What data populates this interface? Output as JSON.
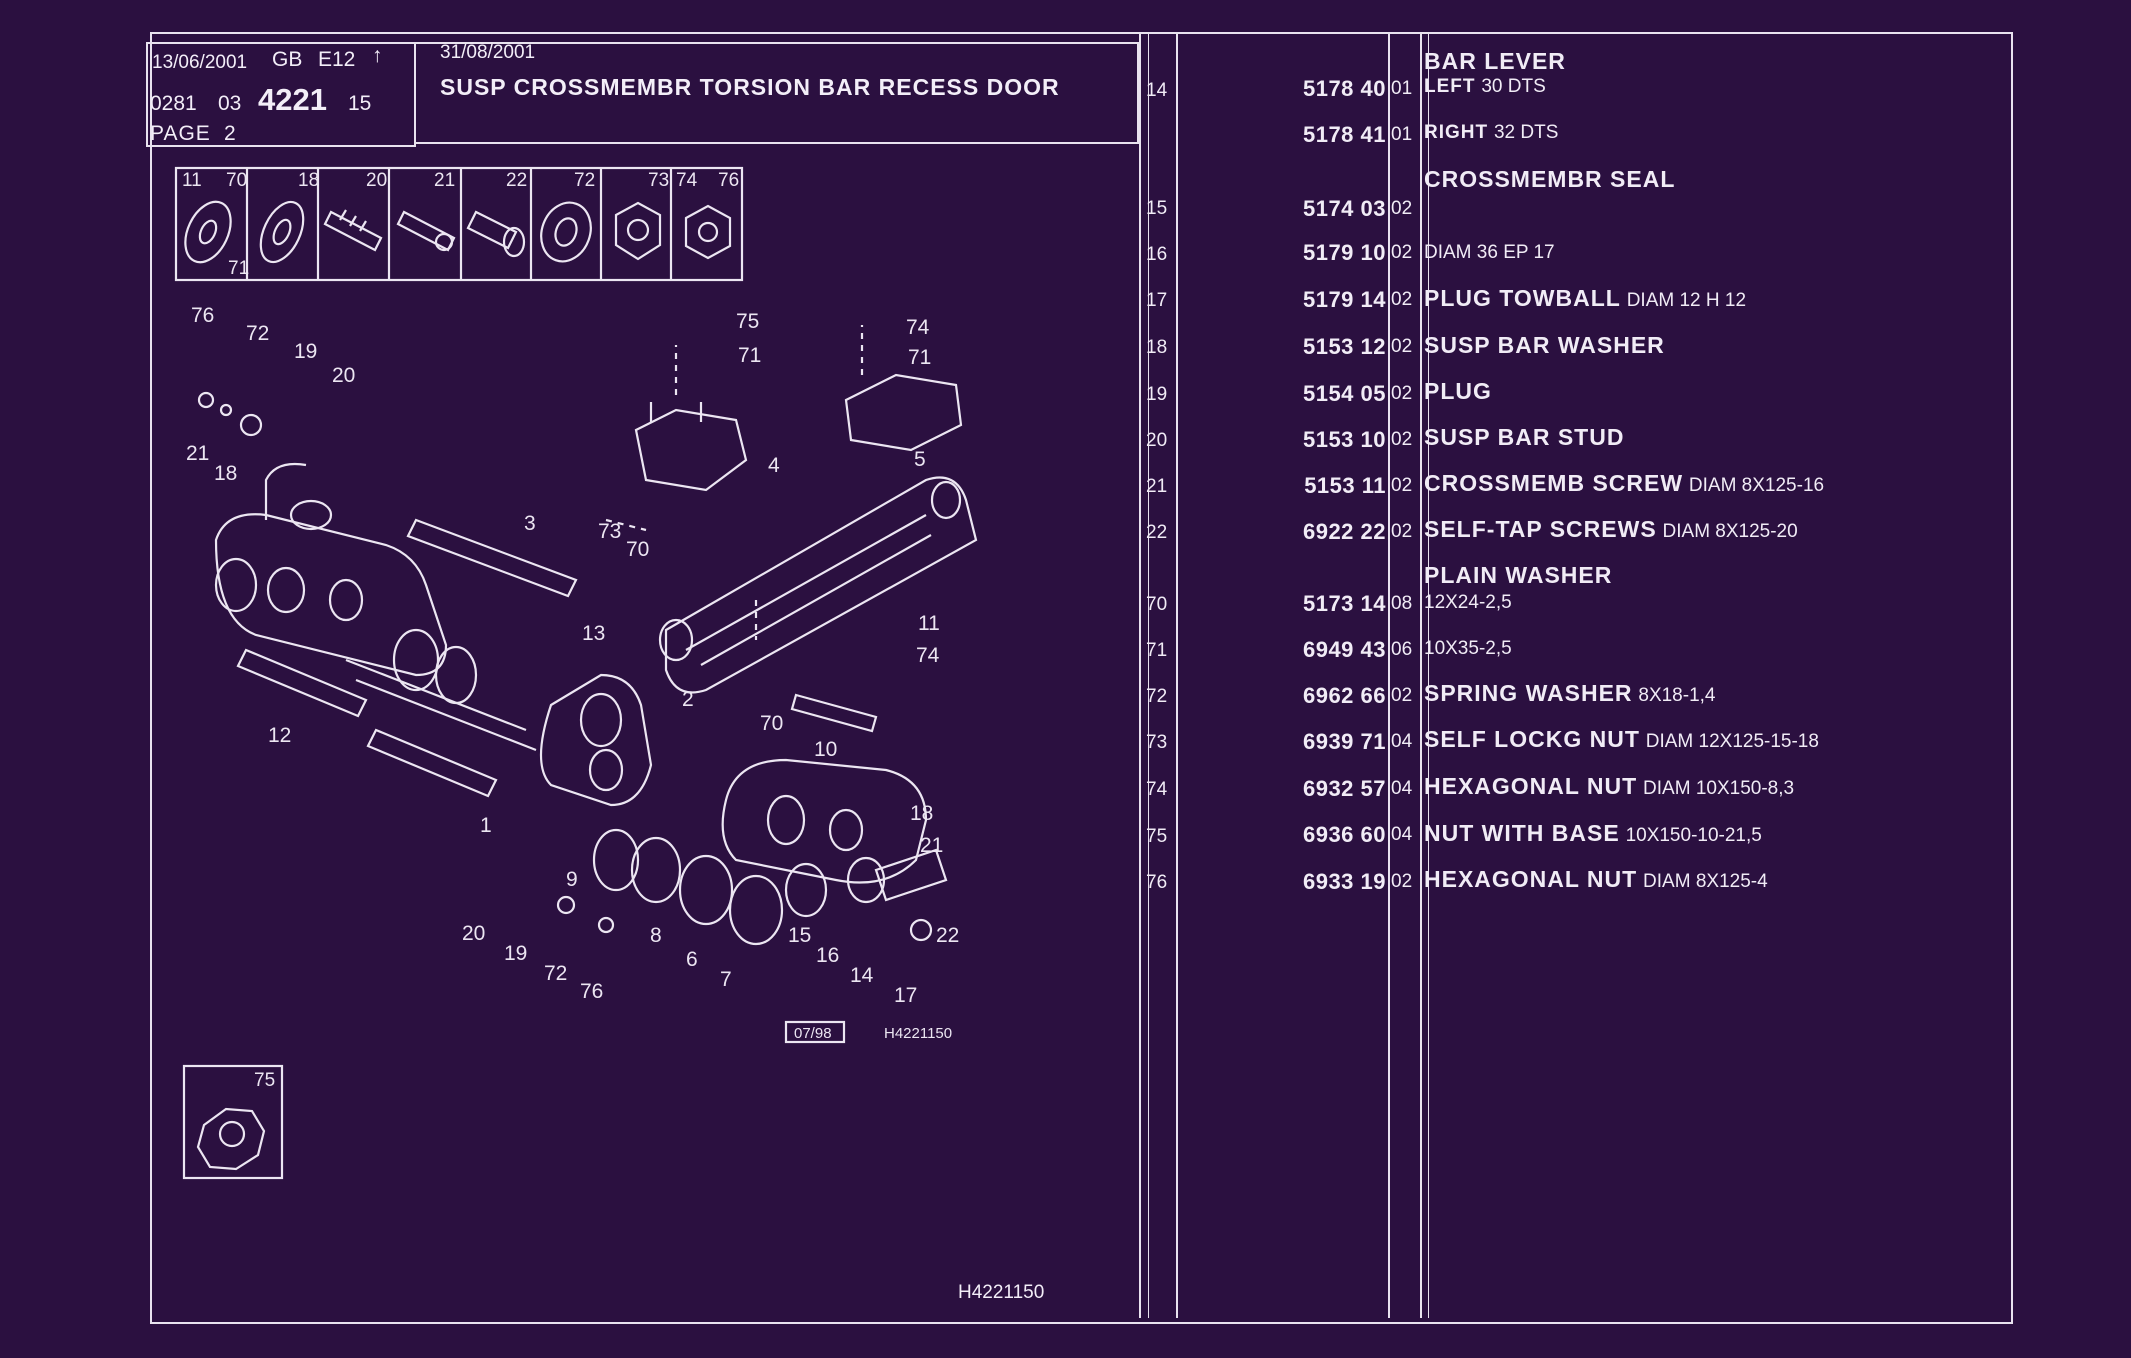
{
  "header": {
    "date1": "13/06/2001",
    "lang": "GB",
    "edition": "E12",
    "code_prefix": "0281",
    "code_mid": "03",
    "code_main": "4221",
    "code_suffix": "15",
    "page": "PAGE",
    "page_num": "2",
    "date2": "31/08/2001",
    "title": "SUSP CROSSMEMBR TORSION BAR RECESS DOOR"
  },
  "drawing": {
    "legend_labels": [
      "11",
      "70",
      "71",
      "18",
      "20",
      "21",
      "22",
      "72",
      "73",
      "74",
      "76"
    ],
    "callouts": [
      "76",
      "72",
      "19",
      "20",
      "21",
      "18",
      "75",
      "71",
      "74",
      "71",
      "4",
      "5",
      "3",
      "73",
      "70",
      "11",
      "74",
      "13",
      "2",
      "12",
      "70",
      "10",
      "1",
      "18",
      "21",
      "9",
      "20",
      "19",
      "72",
      "76",
      "8",
      "6",
      "7",
      "15",
      "16",
      "14",
      "22",
      "17"
    ],
    "stamp_date": "07/98",
    "stamp_ref": "H4221150",
    "inset_label": "75",
    "footer_ref": "H4221150"
  },
  "parts": [
    {
      "heading": "BAR LEVER"
    },
    {
      "idx": "14",
      "ref": "5178 40",
      "qty": "01",
      "main": "LEFT",
      "sub": "30 DTS"
    },
    {
      "ref": "5178 41",
      "qty": "01",
      "main": "RIGHT",
      "sub": "32 DTS"
    },
    {
      "heading": "CROSSMEMBR SEAL"
    },
    {
      "idx": "15",
      "ref": "5174 03",
      "qty": "02",
      "main": "",
      "sub": ""
    },
    {
      "idx": "16",
      "ref": "5179 10",
      "qty": "02",
      "main": "",
      "sub": "DIAM 36 EP 17"
    },
    {
      "idx": "17",
      "ref": "5179 14",
      "qty": "02",
      "main": "PLUG TOWBALL",
      "sub": "DIAM 12 H 12"
    },
    {
      "idx": "18",
      "ref": "5153 12",
      "qty": "02",
      "main": "SUSP BAR WASHER",
      "sub": ""
    },
    {
      "idx": "19",
      "ref": "5154 05",
      "qty": "02",
      "main": "PLUG",
      "sub": ""
    },
    {
      "idx": "20",
      "ref": "5153 10",
      "qty": "02",
      "main": "SUSP BAR STUD",
      "sub": ""
    },
    {
      "idx": "21",
      "ref": "5153 11",
      "qty": "02",
      "main": "CROSSMEMB SCREW",
      "sub": "DIAM 8X125-16"
    },
    {
      "idx": "22",
      "ref": "6922 22",
      "qty": "02",
      "main": "SELF-TAP SCREWS",
      "sub": "DIAM 8X125-20"
    },
    {
      "heading": "PLAIN WASHER"
    },
    {
      "idx": "70",
      "ref": "5173 14",
      "qty": "08",
      "main": "",
      "sub": "12X24-2,5"
    },
    {
      "idx": "71",
      "ref": "6949 43",
      "qty": "06",
      "main": "",
      "sub": "10X35-2,5"
    },
    {
      "idx": "72",
      "ref": "6962 66",
      "qty": "02",
      "main": "SPRING WASHER",
      "sub": "8X18-1,4"
    },
    {
      "idx": "73",
      "ref": "6939 71",
      "qty": "04",
      "main": "SELF LOCKG NUT",
      "sub": "DIAM 12X125-15-18"
    },
    {
      "idx": "74",
      "ref": "6932 57",
      "qty": "04",
      "main": "HEXAGONAL NUT",
      "sub": "DIAM 10X150-8,3"
    },
    {
      "idx": "75",
      "ref": "6936 60",
      "qty": "04",
      "main": "NUT WITH BASE",
      "sub": "10X150-10-21,5"
    },
    {
      "idx": "76",
      "ref": "6933 19",
      "qty": "02",
      "main": "HEXAGONAL NUT",
      "sub": "DIAM 8X125-4"
    }
  ]
}
